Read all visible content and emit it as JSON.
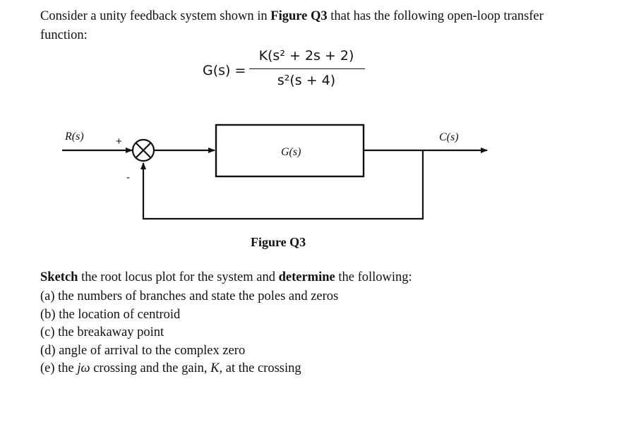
{
  "intro": {
    "part1": "Consider a unity feedback system shown in ",
    "figure_ref": "Figure Q3",
    "part2": " that has the following open-loop transfer function:"
  },
  "equation": {
    "lhs": "G(s) =",
    "numerator": "K(s² + 2s + 2)",
    "denominator": "s²(s + 4)"
  },
  "block_diagram": {
    "input_label": "R(s)",
    "output_label": "C(s)",
    "block_label": "G(s)",
    "plus_sign": "+",
    "minus_sign": "-"
  },
  "figure_caption": "Figure Q3",
  "question": {
    "bold1": "Sketch",
    "text1": " the root locus plot for the system and ",
    "bold2": "determine",
    "text2": " the following:",
    "items": [
      "(a) the numbers of branches and state the poles and zeros",
      "(b) the location of centroid",
      "(c) the breakaway point",
      "(d) angle of arrival to the complex zero"
    ],
    "item_e_prefix": "(e) the ",
    "item_e_var1": "jω",
    "item_e_mid": " crossing and the gain, ",
    "item_e_var2": "K",
    "item_e_suffix": ", at the crossing"
  }
}
